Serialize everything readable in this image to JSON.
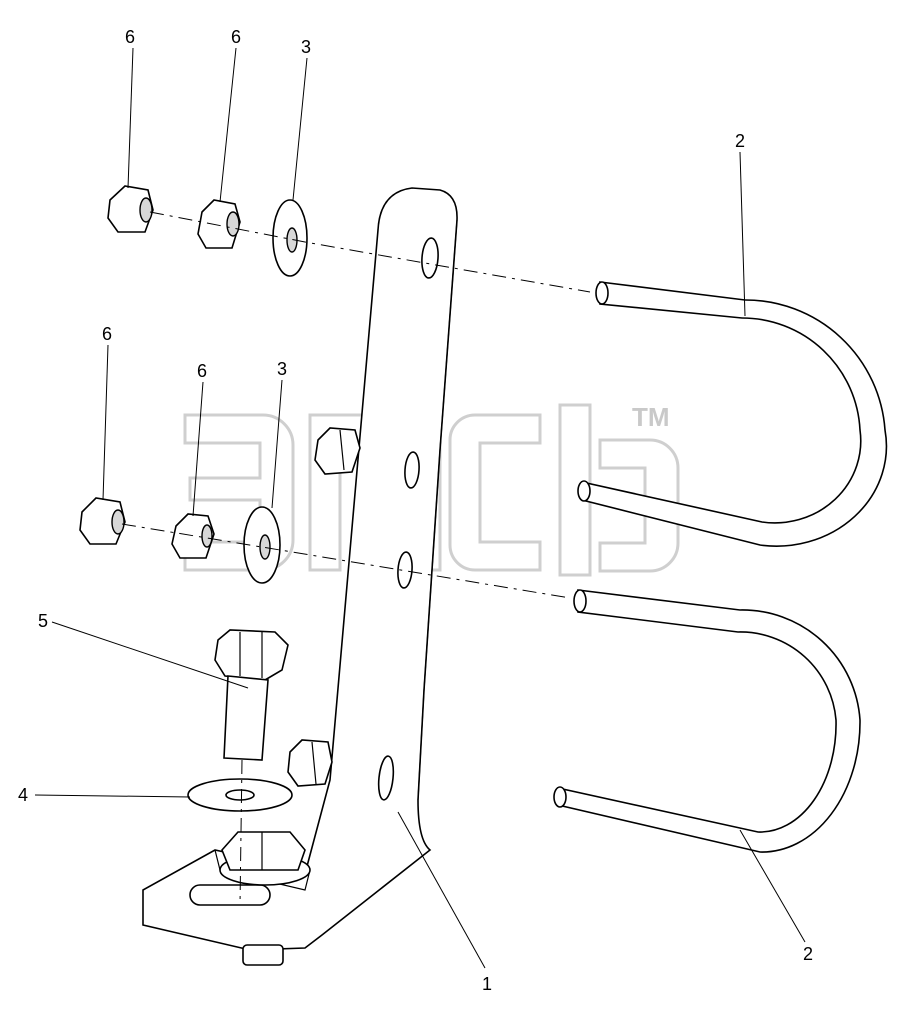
{
  "callouts": [
    {
      "id": "c6a",
      "label": "6"
    },
    {
      "id": "c6b",
      "label": "6"
    },
    {
      "id": "c3a",
      "label": "3"
    },
    {
      "id": "c2a",
      "label": "2"
    },
    {
      "id": "c6c",
      "label": "6"
    },
    {
      "id": "c6d",
      "label": "6"
    },
    {
      "id": "c3b",
      "label": "3"
    },
    {
      "id": "c5",
      "label": "5"
    },
    {
      "id": "c4",
      "label": "4"
    },
    {
      "id": "c1",
      "label": "1"
    },
    {
      "id": "c2b",
      "label": "2"
    }
  ],
  "watermark": {
    "trademark": "TM"
  }
}
